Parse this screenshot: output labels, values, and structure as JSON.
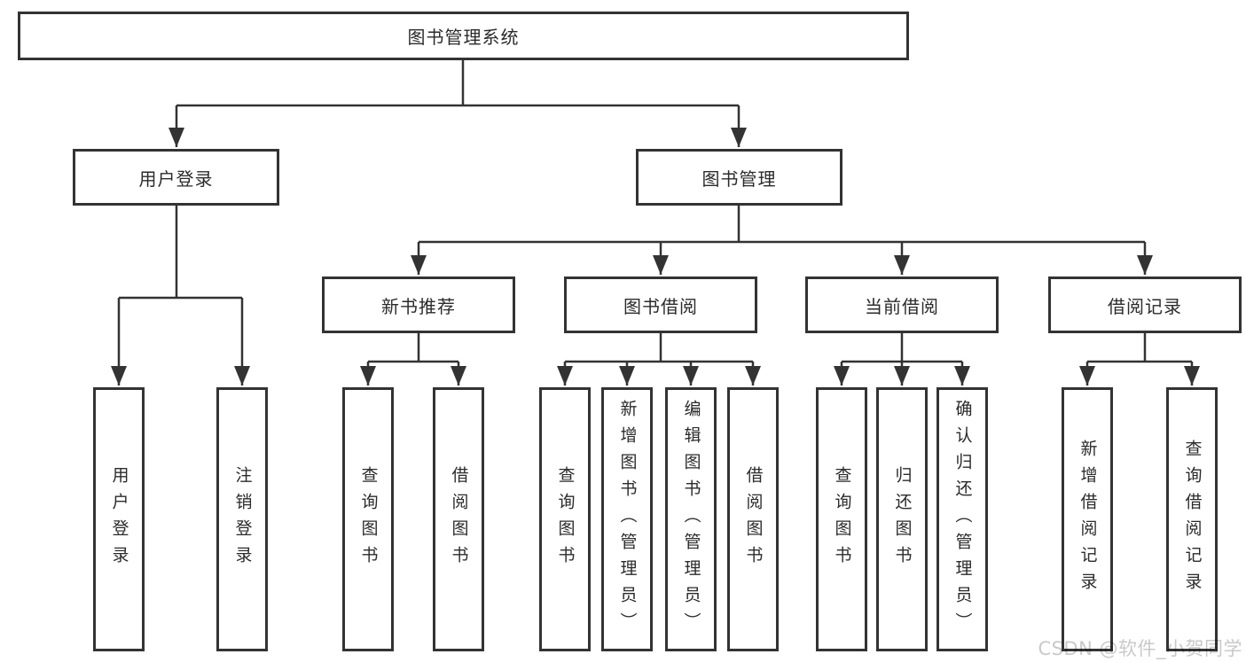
{
  "tree": {
    "label": "图书管理系统",
    "children": [
      {
        "label": "用户登录",
        "children": [
          {
            "label": "用户登录"
          },
          {
            "label": "注销登录"
          }
        ]
      },
      {
        "label": "图书管理",
        "children": [
          {
            "label": "新书推荐",
            "children": [
              {
                "label": "查询图书"
              },
              {
                "label": "借阅图书"
              }
            ]
          },
          {
            "label": "图书借阅",
            "children": [
              {
                "label": "查询图书"
              },
              {
                "label": "新增图书（管理员）"
              },
              {
                "label": "编辑图书（管理员）"
              },
              {
                "label": "借阅图书"
              }
            ]
          },
          {
            "label": "当前借阅",
            "children": [
              {
                "label": "查询图书"
              },
              {
                "label": "归还图书"
              },
              {
                "label": "确认归还（管理员）"
              }
            ]
          },
          {
            "label": "借阅记录",
            "children": [
              {
                "label": "新增借阅记录"
              },
              {
                "label": "查询借阅记录"
              }
            ]
          }
        ]
      }
    ]
  },
  "watermark": {
    "text": "CSDN @软件_小贺同学"
  },
  "colors": {
    "line": "#333333",
    "box_background": "#ffffff",
    "text": "#2b2b2b",
    "watermark": "#c9c9c9"
  }
}
